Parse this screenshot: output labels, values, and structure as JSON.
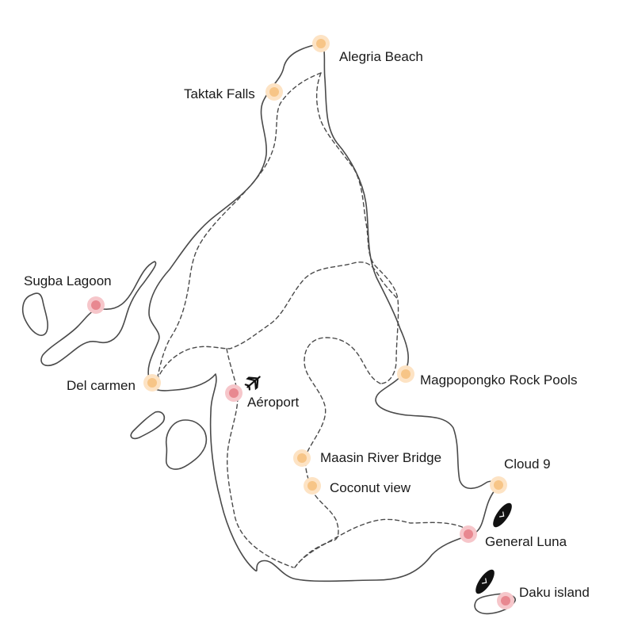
{
  "map": {
    "places": [
      {
        "id": "alegria-beach",
        "label": "Alegria Beach",
        "kind": "attraction"
      },
      {
        "id": "taktak-falls",
        "label": "Taktak Falls",
        "kind": "attraction"
      },
      {
        "id": "sugba-lagoon",
        "label": "Sugba Lagoon",
        "kind": "town"
      },
      {
        "id": "del-carmen",
        "label": "Del carmen",
        "kind": "attraction"
      },
      {
        "id": "aeroport",
        "label": "Aéroport",
        "kind": "town"
      },
      {
        "id": "magpopongko",
        "label": "Magpopongko Rock Pools",
        "kind": "attraction"
      },
      {
        "id": "maasin-bridge",
        "label": "Maasin River Bridge",
        "kind": "attraction"
      },
      {
        "id": "coconut-view",
        "label": "Coconut view",
        "kind": "attraction"
      },
      {
        "id": "cloud-9",
        "label": "Cloud 9",
        "kind": "attraction"
      },
      {
        "id": "general-luna",
        "label": "General Luna",
        "kind": "town"
      },
      {
        "id": "daku-island",
        "label": "Daku island",
        "kind": "town"
      }
    ],
    "colors": {
      "attraction_outer": "#fde3c4",
      "attraction_inner": "#f7c587",
      "town_outer": "#f6c6ca",
      "town_inner": "#e88890",
      "line": "#4a4a4a"
    },
    "icons": [
      "airplane-icon",
      "surfboard-icon"
    ]
  }
}
